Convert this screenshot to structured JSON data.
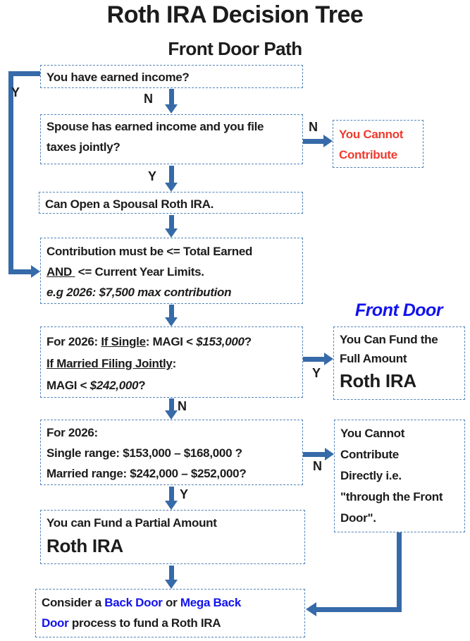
{
  "title": "Roth IRA Decision Tree",
  "subtitle": "Front Door Path",
  "front_door_heading": "Front Door",
  "labels": {
    "yes": "Y",
    "no": "N"
  },
  "colors": {
    "arrow": "#366aa9",
    "border": "#5585bb",
    "red": "#ee3b2e",
    "blue": "#1212ee",
    "text": "#1c1c1c"
  },
  "boxes": {
    "earned_income": {
      "lines": [
        [
          {
            "t": "You have earned income?"
          }
        ]
      ]
    },
    "spouse": {
      "lines": [
        [
          {
            "t": "Spouse has earned income and you file"
          }
        ],
        [
          {
            "t": "taxes jointly?"
          }
        ]
      ]
    },
    "cannot_contribute": {
      "lines": [
        [
          {
            "t": "You Cannot",
            "s": "red"
          }
        ],
        [
          {
            "t": "Contribute",
            "s": "red"
          }
        ]
      ]
    },
    "spousal": {
      "lines": [
        [
          {
            "t": "Can Open a Spousal Roth IRA."
          }
        ]
      ]
    },
    "contribution": {
      "lines": [
        [
          {
            "t": "Contribution must be <= Total Earned"
          }
        ],
        [
          {
            "t": "AND ",
            "s": "u"
          },
          {
            "t": " <= Current Year Limits."
          }
        ],
        [
          {
            "t": "e.g 2026: $7,500 max contribution",
            "s": "i"
          }
        ]
      ]
    },
    "magi": {
      "lines": [
        [
          {
            "t": "For 2026: "
          },
          {
            "t": "If Single",
            "s": "u"
          },
          {
            "t": ": MAGI < "
          },
          {
            "t": "$153,000",
            "s": "i"
          },
          {
            "t": "?"
          }
        ],
        [
          {
            "t": "If Married Filing Jointly",
            "s": "u"
          },
          {
            "t": ":"
          }
        ],
        [
          {
            "t": "MAGI < "
          },
          {
            "t": "$242,000",
            "s": "i"
          },
          {
            "t": "?"
          }
        ]
      ]
    },
    "full_amount": {
      "lines": [
        [
          {
            "t": "You Can Fund the"
          }
        ],
        [
          {
            "t": "Full Amount"
          }
        ],
        [
          {
            "t": "Roth IRA",
            "s": "lg"
          }
        ]
      ]
    },
    "ranges": {
      "lines": [
        [
          {
            "t": "For 2026:"
          }
        ],
        [
          {
            "t": "Single range: $153,000 – $168,000 ?"
          }
        ],
        [
          {
            "t": "Married range: $242,000 – $252,000?"
          }
        ]
      ]
    },
    "cannot_directly": {
      "lines": [
        [
          {
            "t": "You Cannot"
          }
        ],
        [
          {
            "t": "Contribute"
          }
        ],
        [
          {
            "t": "Directly i.e."
          }
        ],
        [
          {
            "t": "\"through the Front"
          }
        ],
        [
          {
            "t": "Door\"."
          }
        ]
      ]
    },
    "partial": {
      "lines": [
        [
          {
            "t": "You can Fund a Partial Amount"
          }
        ],
        [
          {
            "t": "Roth IRA",
            "s": "lg"
          }
        ]
      ]
    },
    "consider": {
      "lines": [
        [
          {
            "t": "Consider a "
          },
          {
            "t": "Back Door",
            "s": "blue"
          },
          {
            "t": " or "
          },
          {
            "t": "Mega Back",
            "s": "blue"
          }
        ],
        [
          {
            "t": "Door",
            "s": "blue"
          },
          {
            "t": " process to fund a Roth IRA"
          }
        ]
      ]
    }
  }
}
